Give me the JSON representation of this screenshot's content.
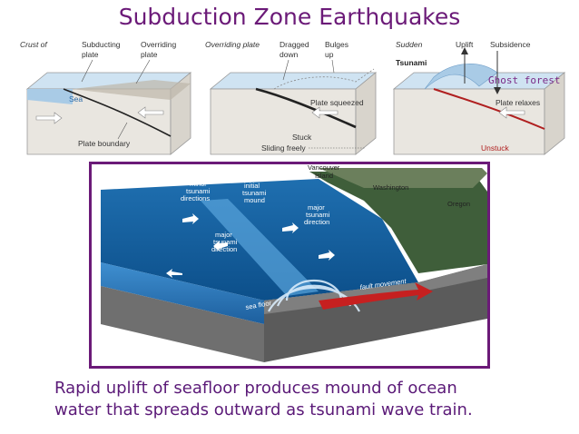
{
  "title": "Subduction Zone Earthquakes",
  "panel1": {
    "crust_of": "Crust of",
    "subducting_plate": [
      "Subducting",
      "plate"
    ],
    "overriding_plate": [
      "Overriding",
      "plate"
    ],
    "sea": "Sea",
    "plate_boundary": "Plate boundary"
  },
  "panel2": {
    "overriding_plate": "Overriding plate",
    "dragged_down": [
      "Dragged",
      "down"
    ],
    "bulges_up": [
      "Bulges",
      "up"
    ],
    "plate_squeezed": "Plate squeezed",
    "stuck": "Stuck",
    "sliding_freely": "Sliding freely"
  },
  "panel3": {
    "sudden": "Sudden",
    "uplift": "Uplift",
    "subsidence": "Subsidence",
    "tsunami": "Tsunami",
    "plate_relaxes": "Plate relaxes",
    "unstuck": "Unstuck",
    "ghost_forest": "Ghost forest"
  },
  "main_diagram": {
    "vancouver_island": [
      "Vancouver",
      "Island"
    ],
    "washington": "Washington",
    "oregon": "Oregon",
    "minor_directions": [
      "minor",
      "tsunami",
      "directions"
    ],
    "initial_mound": [
      "initial",
      "tsunami",
      "mound"
    ],
    "major_direction_right": [
      "major",
      "tsunami",
      "direction"
    ],
    "major_direction_left": [
      "major",
      "tsunami",
      "direction"
    ],
    "fault_movement": "fault movement",
    "sea_floor": "sea floor"
  },
  "caption": [
    "Rapid uplift of seafloor produces mound of ocean",
    "water that spreads outward as tsunami wave train."
  ],
  "colors": {
    "title": "#6b1a78",
    "frame": "#6b1a78",
    "caption": "#5b1a78"
  }
}
